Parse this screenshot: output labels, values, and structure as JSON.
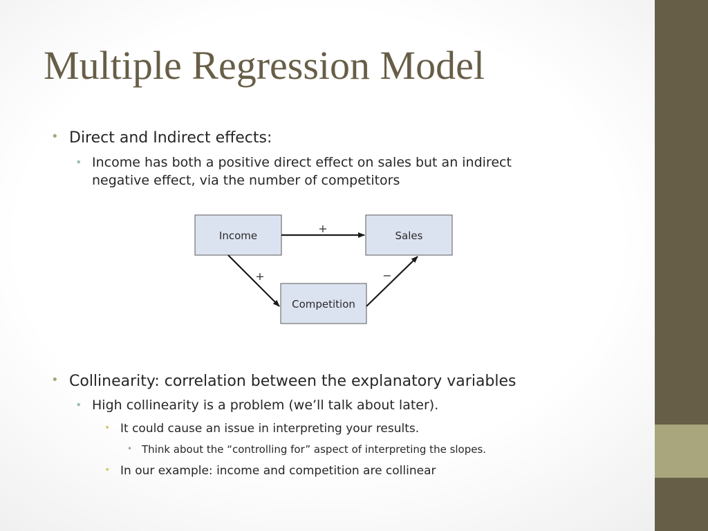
{
  "title": "Multiple Regression Model",
  "bullets": [
    {
      "level": 1,
      "text": "Direct and Indirect effects:"
    },
    {
      "level": 2,
      "text": "Income has both a positive direct effect on sales but an indirect"
    },
    {
      "level": 2,
      "text": "negative effect, via the number of competitors"
    },
    {
      "level": 1,
      "text": "Collinearity: correlation between the explanatory variables"
    },
    {
      "level": 2,
      "text": "High collinearity is a problem (we’ll talk about later)."
    },
    {
      "level": 3,
      "text": "It could cause an issue in interpreting your results."
    },
    {
      "level": 4,
      "text": "Think about the “controlling for” aspect of interpreting the slopes."
    },
    {
      "level": 3,
      "text": "In our example: income and competition are collinear"
    }
  ],
  "diagram": {
    "nodes": {
      "income": "Income",
      "sales": "Sales",
      "competition": "Competition"
    },
    "edges": {
      "income_sales": "+",
      "income_competition": "+",
      "competition_sales": "−"
    }
  },
  "colors": {
    "title": "#675e47",
    "sidebar": "#675e47",
    "sidebar_accent": "#a9a57c",
    "node_fill": "#dce3f0"
  }
}
